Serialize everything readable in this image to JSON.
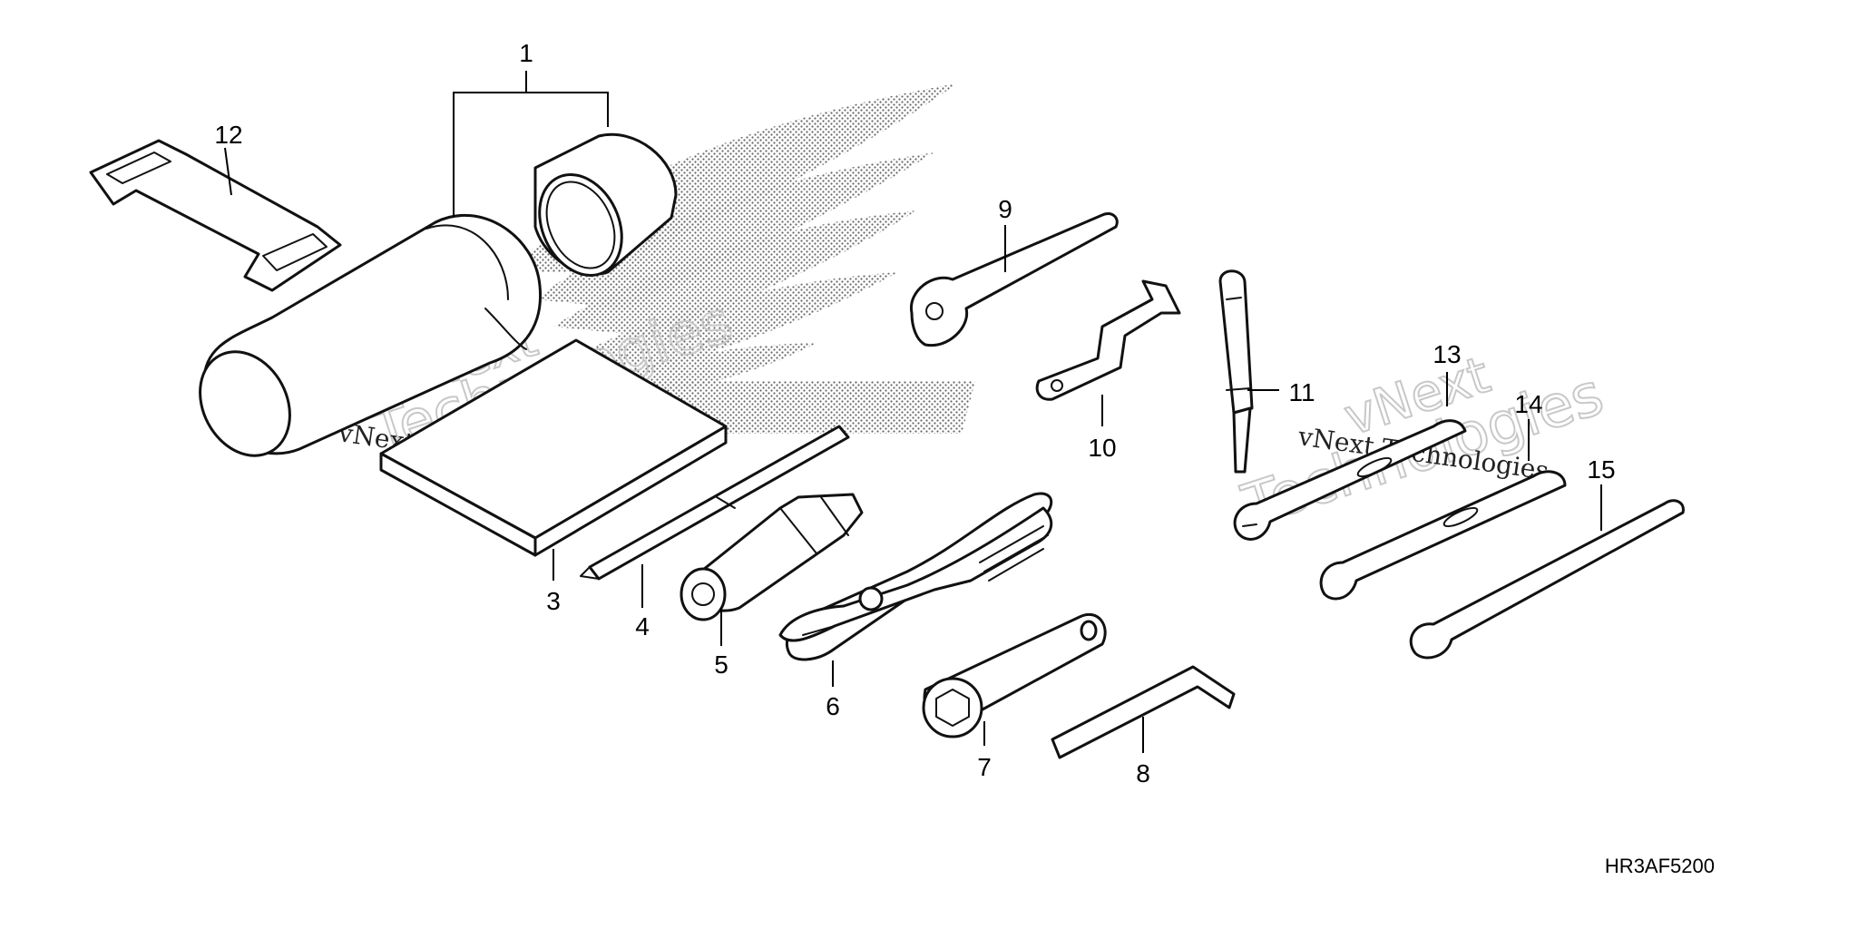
{
  "diagram": {
    "code": "HR3AF5200",
    "watermark": {
      "line1": "vNext Technologies",
      "line2": "vNext",
      "line3": "Technologies"
    },
    "parts": [
      {
        "key": "p1",
        "label": "1"
      },
      {
        "key": "p3",
        "label": "3"
      },
      {
        "key": "p4",
        "label": "4"
      },
      {
        "key": "p5",
        "label": "5"
      },
      {
        "key": "p6",
        "label": "6"
      },
      {
        "key": "p7",
        "label": "7"
      },
      {
        "key": "p8",
        "label": "8"
      },
      {
        "key": "p9",
        "label": "9"
      },
      {
        "key": "p10",
        "label": "10"
      },
      {
        "key": "p11",
        "label": "11"
      },
      {
        "key": "p12",
        "label": "12"
      },
      {
        "key": "p13",
        "label": "13"
      },
      {
        "key": "p14",
        "label": "14"
      },
      {
        "key": "p15",
        "label": "15"
      }
    ]
  }
}
